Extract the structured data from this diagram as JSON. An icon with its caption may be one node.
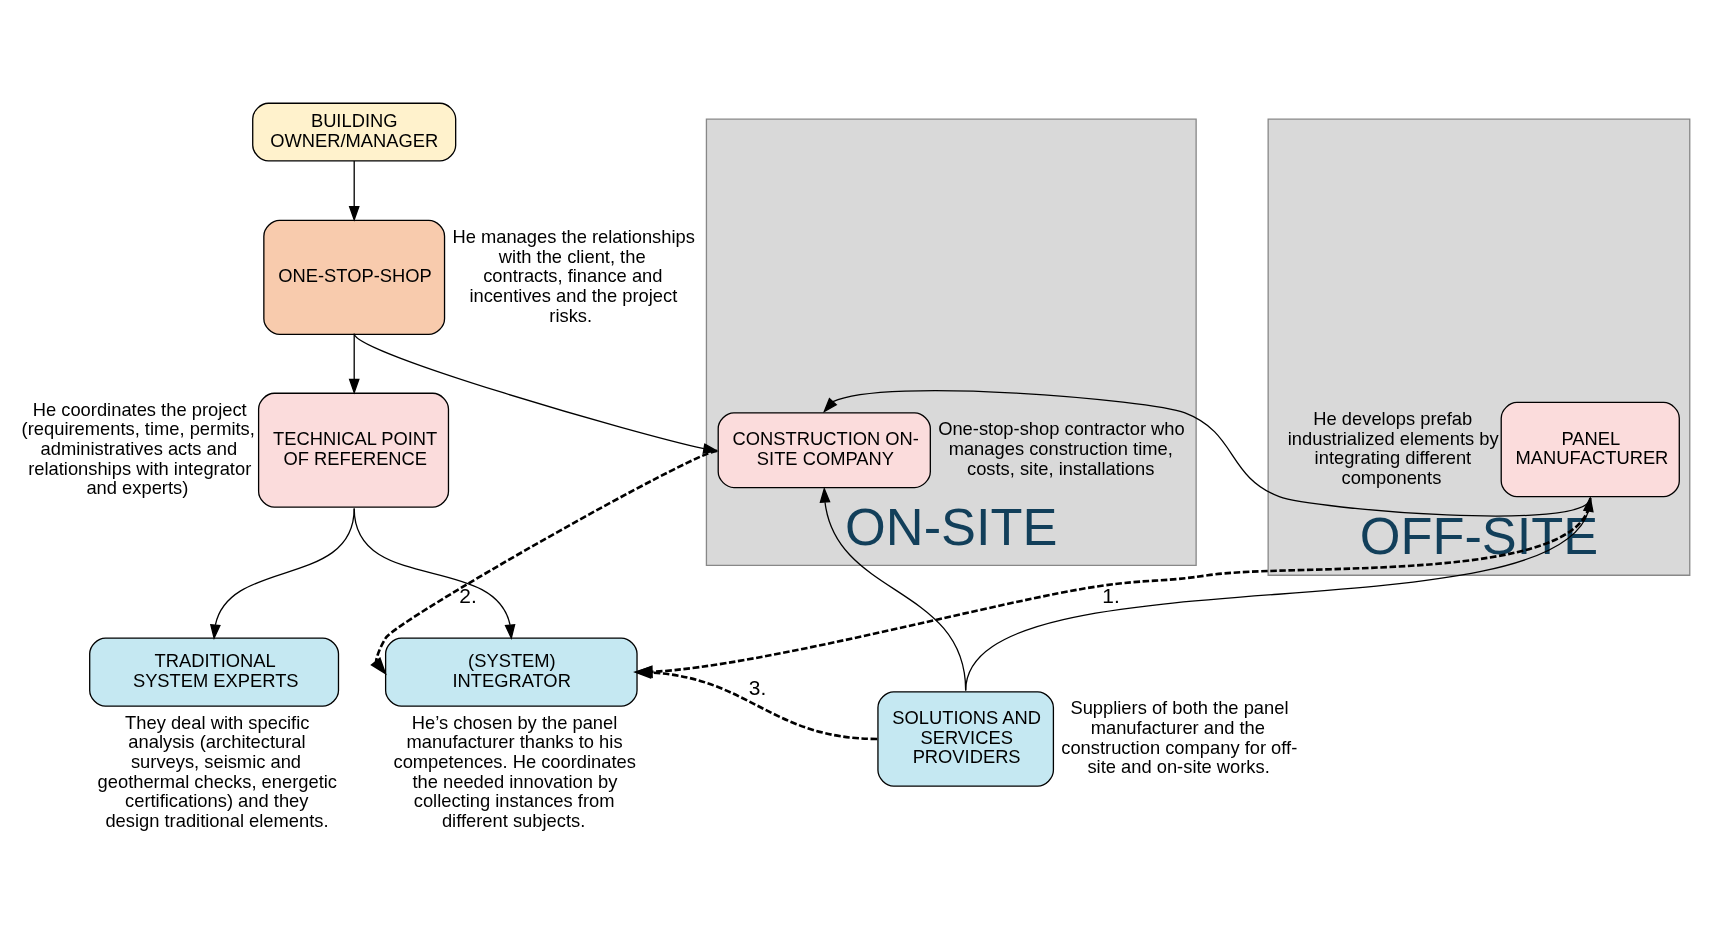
{
  "diagram": {
    "nodes": [
      {
        "text": [
          "BUILDING OWNER/MANAGER"
        ]
      },
      {
        "text": [
          "ONE-STOP-SHOP"
        ],
        "beside": [
          "He manages the relationships with the client, the contracts, finance and incentives and the project risks."
        ]
      },
      {
        "text": [
          "OFF-SITE"
        ]
      },
      {
        "text": [
          "ON-SITE"
        ]
      },
      {
        "text": [
          "TECHNICAL POINT OF REFERENCE"
        ],
        "beside": [
          "He coordinates the project (requirements, time, permits, administratives acts and relationships with integrator and experts)"
        ]
      },
      {
        "text": [
          "PANEL MANUFACTURER"
        ],
        "in": 2,
        "beside": [
          "He develops prefab industrialized elements by integrating different components"
        ]
      },
      {
        "text": [
          "CONSTRUCTION ON-SITE COMPANY"
        ],
        "in": 3,
        "beside": [
          "One-stop-shop contractor who manages construction time, costs, site, installations"
        ]
      },
      {
        "text": [
          "TRADITIONAL SYSTEM EXPERTS"
        ],
        "beside": [
          "They deal with specific analysis (architectural surveys, seismic and geothermal checks, energetic certifications) and they design traditional elements."
        ]
      },
      {
        "text": [
          "(SYSTEM) INTEGRATOR"
        ],
        "beside": [
          "He’s chosen by the panel manufacturer thanks to his competences. He coordinates the needed innovation by collecting instances from different subjects."
        ]
      },
      {
        "text": [
          "SOLUTIONS AND SERVICES PROVIDERS"
        ],
        "beside": [
          "Suppliers of both the panel manufacturer and the construction company for off-site and on-site works."
        ]
      }
    ],
    "edges": [
      {
        "from": 0,
        "to": 1,
        "arrow": "to"
      },
      {
        "from": 1,
        "to": 4,
        "arrow": "to"
      },
      {
        "from": 1,
        "to": 6,
        "arrow": "to"
      },
      {
        "from": 4,
        "to": 7,
        "arrow": "to"
      },
      {
        "from": 4,
        "to": 8,
        "arrow": "to"
      },
      {
        "from": 5,
        "to": 6,
        "arrow": "to"
      },
      {
        "from": 9,
        "to": 5,
        "arrow": "to"
      },
      {
        "from": 9,
        "to": 6,
        "arrow": "to"
      },
      {
        "from": 5,
        "to": 8,
        "arrow": "to",
        "label": "1.",
        "style": "dashed"
      },
      {
        "from": 6,
        "to": 8,
        "arrow": "to",
        "label": "2.",
        "style": "dashed"
      },
      {
        "from": 9,
        "to": 8,
        "arrow": "to",
        "label": "3.",
        "style": "dashed"
      }
    ]
  }
}
